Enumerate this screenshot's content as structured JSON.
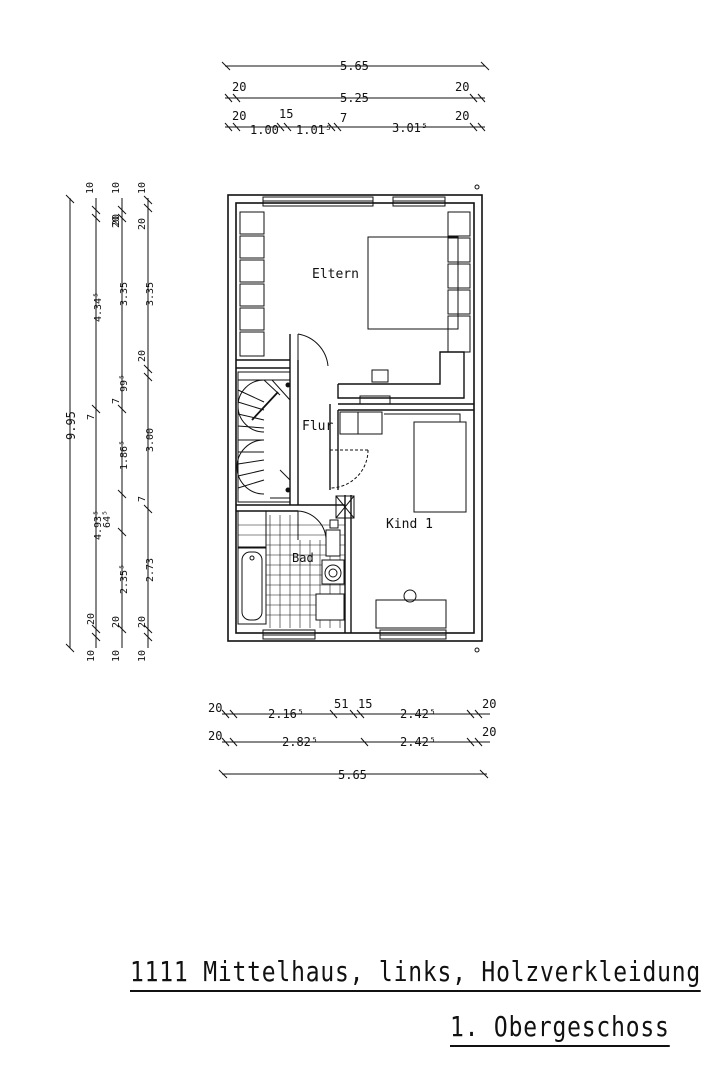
{
  "rooms": {
    "eltern": "Eltern",
    "flur": "Flur",
    "kind1": "Kind 1",
    "bad": "Bad"
  },
  "dims_top": {
    "overall": "5.65",
    "row2_left": "20",
    "row2_mid": "5.25",
    "row2_right": "20",
    "row3_a": "20",
    "row3_b": "1.00",
    "row3_c": "15",
    "row3_d": "1.01⁵",
    "row3_e": "7",
    "row3_f": "3.01⁵",
    "row3_g": "20"
  },
  "dims_bottom": {
    "row1_a": "20",
    "row1_b": "2.16⁵",
    "row1_c": "51",
    "row1_d": "15",
    "row1_e": "2.42⁵",
    "row1_f": "20",
    "row2_a": "20",
    "row2_b": "2.82⁵",
    "row2_c": "2.42⁵",
    "row2_d": "20",
    "overall": "5.65"
  },
  "dims_left": {
    "overall": "9.95",
    "c2_a": "10",
    "c2_b": "20",
    "c2_c": "4.34⁵",
    "c2_d": "7",
    "c2_e": "4.93⁵",
    "c2_f": "20",
    "c2_g": "10",
    "c3_a": "10",
    "c3_b": "20",
    "c3_c": "7",
    "c3_d": "1.86⁵",
    "c3_e": "7",
    "c3_f": "64⁵",
    "c3_g": "2.35⁵",
    "c3_h": "20",
    "c3_i": "10",
    "c4_a": "20",
    "c4_b": "3.35",
    "c4_c": "99⁵",
    "c4_d": "3.00",
    "c4_e": "2.73",
    "c4_f": "20",
    "c5_a": "10",
    "c5_b": "20",
    "c5_c": "3.35",
    "c5_d": "20",
    "c5_e": "7",
    "c5_f": "20",
    "c5_g": "10"
  },
  "caption": {
    "line1": "1111 Mittelhaus, links, Holzverkleidung",
    "line2": "1. Obergeschoss"
  }
}
